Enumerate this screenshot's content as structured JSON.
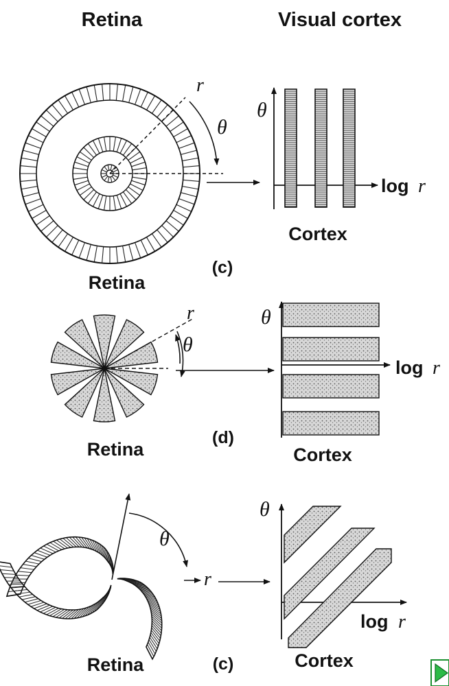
{
  "headers": {
    "retina": "Retina",
    "cortex": "Visual cortex"
  },
  "panel1": {
    "tag": "(c)",
    "retina": "Retina",
    "cortex": "Cortex",
    "theta": "θ",
    "r": "r",
    "log": "log",
    "log_r": "r",
    "axis_theta": "θ"
  },
  "panel2": {
    "tag": "(d)",
    "retina": "Retina",
    "cortex": "Cortex",
    "theta": "θ",
    "r": "r",
    "log": "log",
    "log_r": "r",
    "axis_theta": "θ"
  },
  "panel3": {
    "tag": "(c)",
    "retina": "Retina",
    "cortex": "Cortex",
    "theta": "θ",
    "r": "r",
    "log": "log",
    "log_r": "r",
    "axis_theta": "θ"
  },
  "nav": {
    "icon": "play-icon",
    "color": "#1a8f2e"
  }
}
